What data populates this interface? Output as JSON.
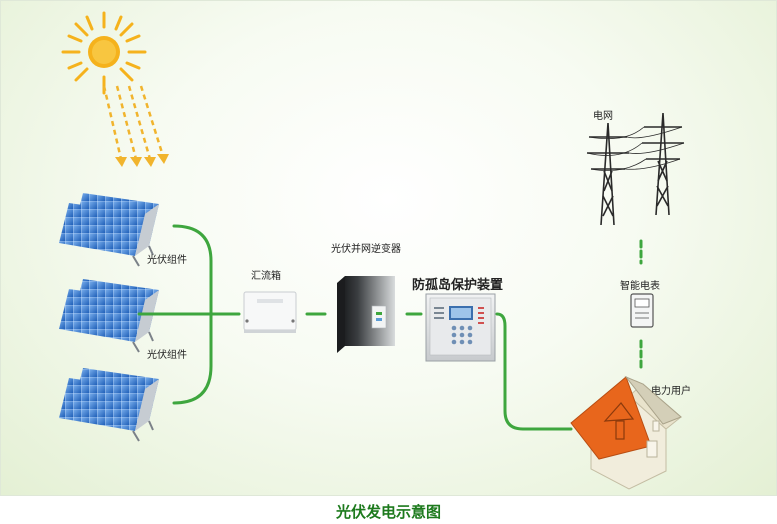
{
  "labels": {
    "pv_module_1": "光伏组件",
    "pv_module_2": "光伏组件",
    "combiner_box": "汇流箱",
    "inverter": "光伏并网逆变器",
    "anti_islanding": "防孤岛保护装置",
    "grid": "电网",
    "smart_meter": "智能电表",
    "user": "电力用户"
  },
  "caption": "光伏发电示意图",
  "colors": {
    "wire": "#3ea63e",
    "sun": "#f5b21c",
    "panel": "#2f6fc6",
    "roof": "#e8661c",
    "caption": "#1d7a1d"
  }
}
